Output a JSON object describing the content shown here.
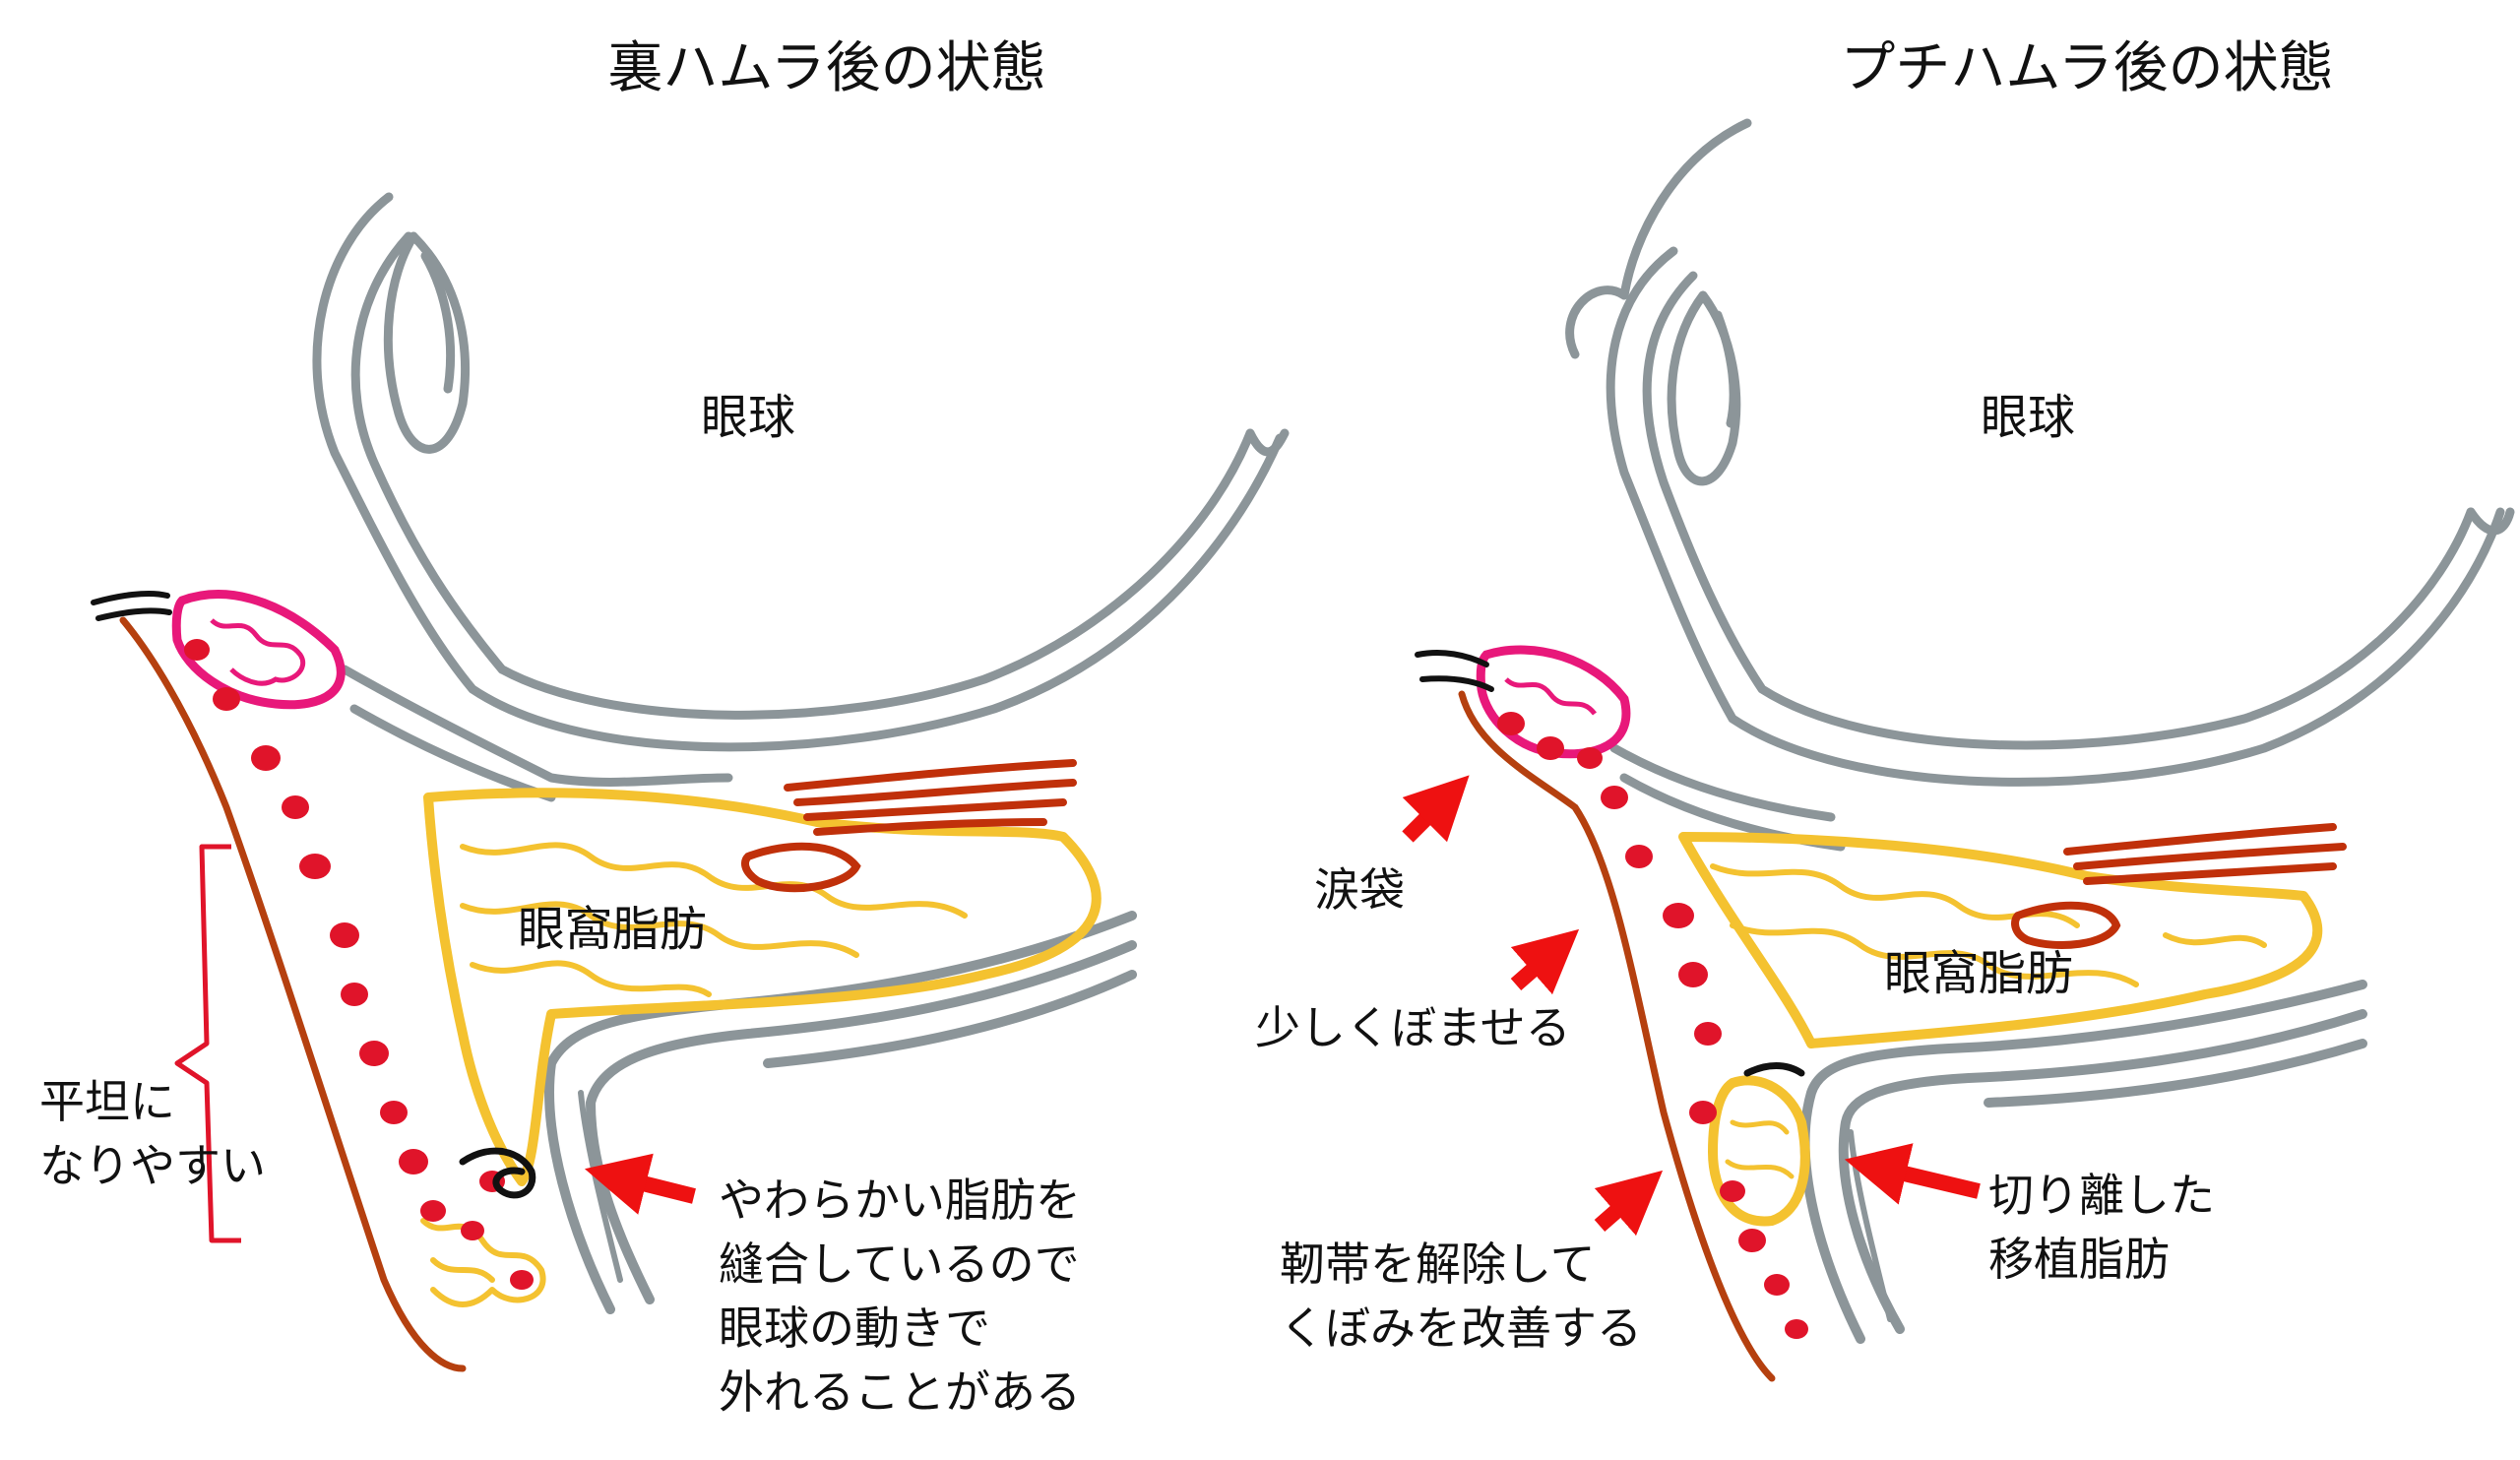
{
  "left_panel": {
    "title": "裏ハムラ後の状態",
    "eyeball_label": "眼球",
    "orbital_fat_label": "眼窩脂肪",
    "flat_note": [
      "平坦に",
      "なりやすい"
    ],
    "sutured_fat_note": [
      "やわらかい脂肪を",
      "縫合しているので",
      "眼球の動きで",
      "外れることがある"
    ]
  },
  "right_panel": {
    "title": "プチハムラ後の状態",
    "eyeball_label": "眼球",
    "orbital_fat_label": "眼窩脂肪",
    "tear_trough_note": "涙袋",
    "slight_hollow_note": "少しくぼませる",
    "ligament_note": [
      "靭帯を解除して",
      "くぼみを改善する"
    ],
    "graft_note": [
      "切り離した",
      "移植脂肪"
    ]
  },
  "colors": {
    "bone_gray": "#8c9599",
    "fat_yellow": "#f4c230",
    "muscle_red": "#c0300a",
    "skin_brown": "#b5400f",
    "dot_red": "#e0142a",
    "gland_pink": "#e8187a",
    "arrow_red": "#ee1111",
    "bracket_red": "#e0142a"
  }
}
